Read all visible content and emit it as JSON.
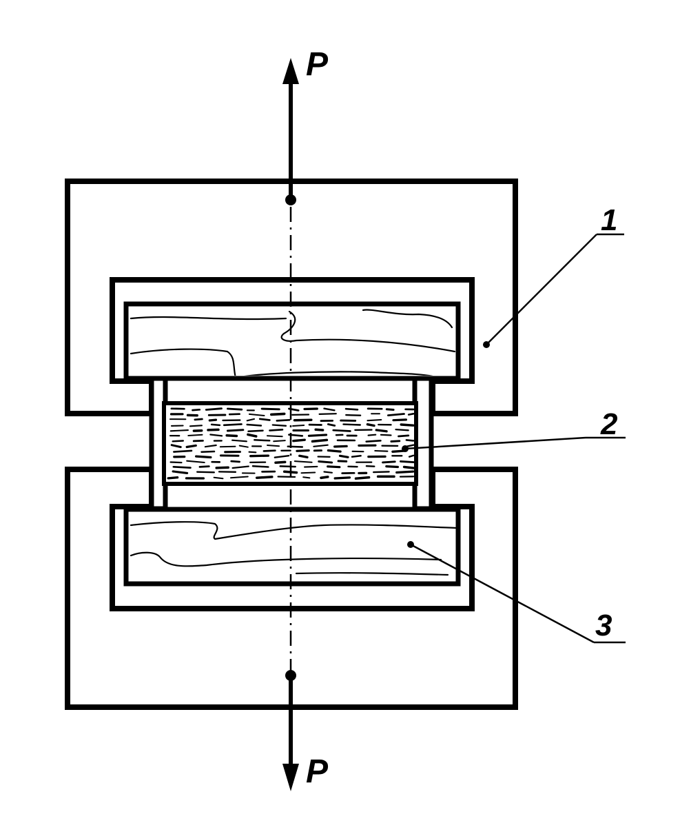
{
  "figure": {
    "force_top": "P",
    "force_bottom": "P",
    "callouts": [
      {
        "id": "1",
        "label": "1"
      },
      {
        "id": "2",
        "label": "2"
      },
      {
        "id": "3",
        "label": "3"
      }
    ]
  },
  "colors": {
    "ink": "#000000",
    "paper": "#ffffff"
  }
}
